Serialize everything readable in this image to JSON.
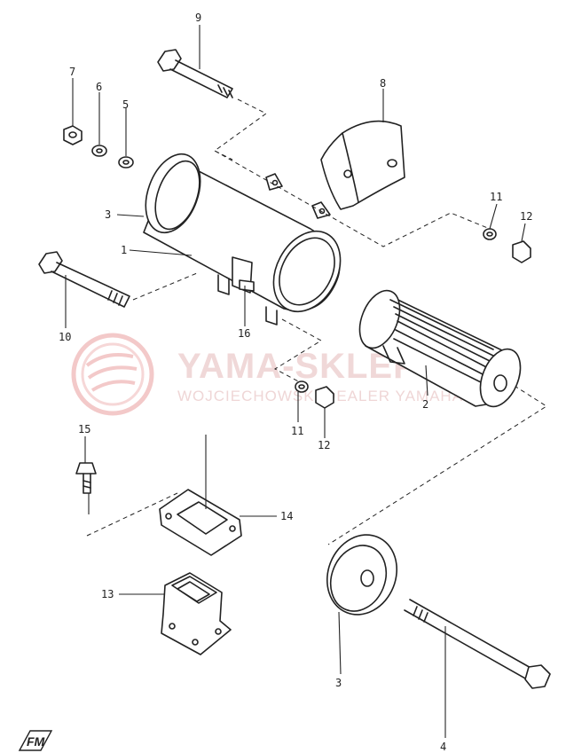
{
  "diagram": {
    "callouts": {
      "c1": "1",
      "c2": "2",
      "c3a": "3",
      "c3b": "3",
      "c4": "4",
      "c5": "5",
      "c6": "6",
      "c7": "7",
      "c8": "8",
      "c9": "9",
      "c10": "10",
      "c11a": "11",
      "c11b": "11",
      "c12a": "12",
      "c12b": "12",
      "c13": "13",
      "c14": "14",
      "c15": "15",
      "c16": "16"
    },
    "watermark": {
      "brand": "YAMA-SKLEP",
      "subtitle": "WOJCIECHOWSKI DEALER YAMAHA"
    },
    "corner_logo": "FM"
  },
  "colors": {
    "ink": "#222222",
    "watermark": "#f0d8d8",
    "watermark_ring": "#f3c9c9"
  }
}
